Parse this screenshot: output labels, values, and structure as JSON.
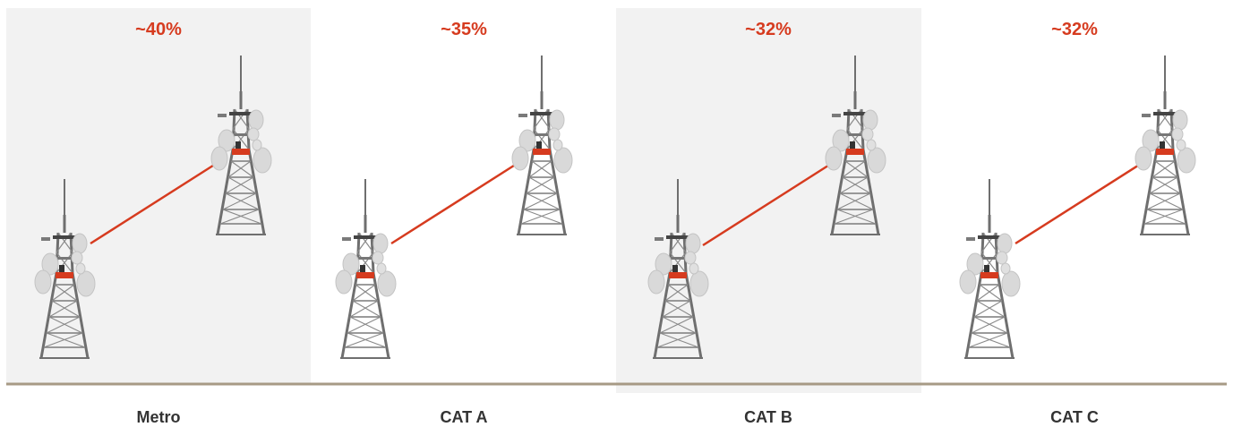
{
  "colors": {
    "accent": "#d63b1f",
    "panel_shaded": "#f2f2f2",
    "baseline": "#a79a85",
    "tower_steel": "#6f6f6f",
    "dish": "#d9d9d9",
    "label": "#333333"
  },
  "panels": [
    {
      "category": "Metro",
      "share": "~40%",
      "shaded": true
    },
    {
      "category": "CAT A",
      "share": "~35%",
      "shaded": false
    },
    {
      "category": "CAT B",
      "share": "~32%",
      "shaded": true
    },
    {
      "category": "CAT C",
      "share": "~32%",
      "shaded": false
    }
  ]
}
